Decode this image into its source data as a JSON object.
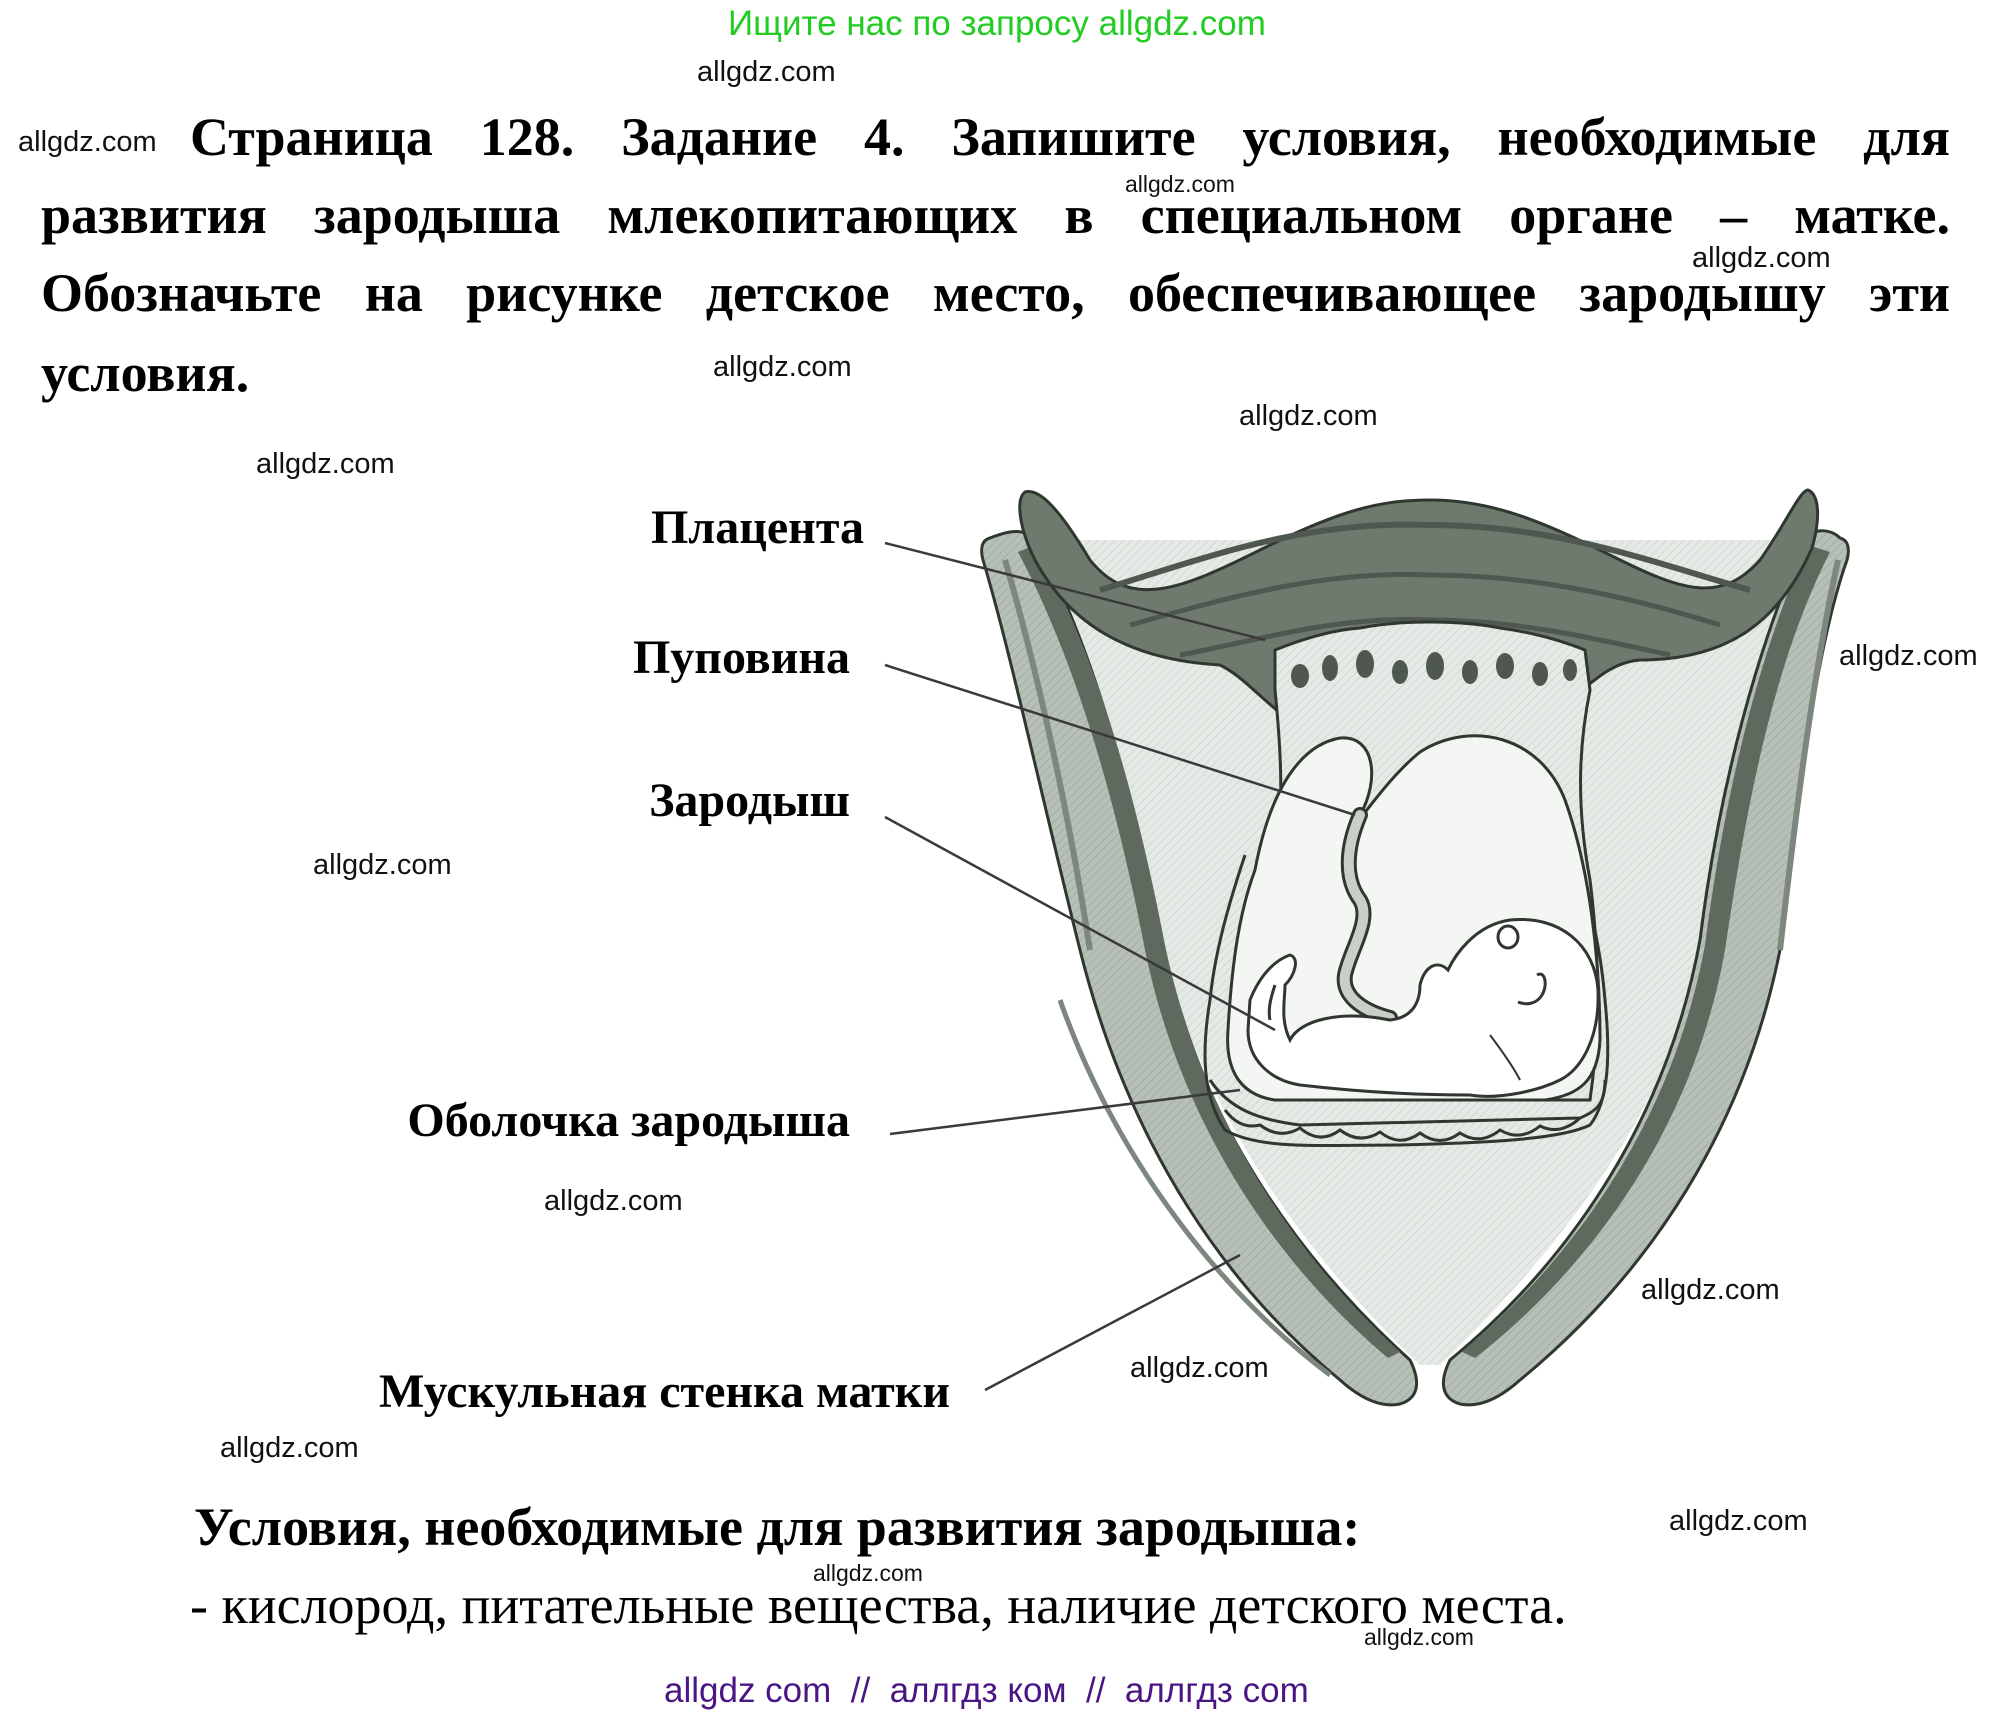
{
  "header": {
    "search_hint": "Ищите нас по запросу allgdz.com"
  },
  "task": {
    "lines": [
      "Страница 128. Задание 4. Запишите условия, необходимые для",
      "развития зародыша млекопитающих в специальном органе – матке.",
      "Обозначьте на рисунке детское место, обеспечивающее зародышу эти",
      "условия."
    ]
  },
  "diagram": {
    "labels": {
      "placenta": "Плацента",
      "umbilical_cord": "Пуповина",
      "embryo": "Зародыш",
      "embryo_membrane": "Оболочка зародыша",
      "uterine_muscle_wall": "Мускульная стенка матки"
    },
    "colors": {
      "dark_tissue": "#5f6a5f",
      "mid_tissue": "#a9b3a9",
      "light_fill": "#e4e8e4",
      "outline": "#2f372f"
    }
  },
  "answer": {
    "heading": "Условия, необходимые для развития зародыша:",
    "text": "- кислород, питательные вещества, наличие детского места."
  },
  "watermarks": {
    "text": "allgdz.com"
  },
  "footer": {
    "text": "allgdz com  //  аллгдз ком  //  аллгдз com"
  },
  "colors": {
    "header_green": "#22cc22",
    "footer_purple": "#4a1585"
  }
}
